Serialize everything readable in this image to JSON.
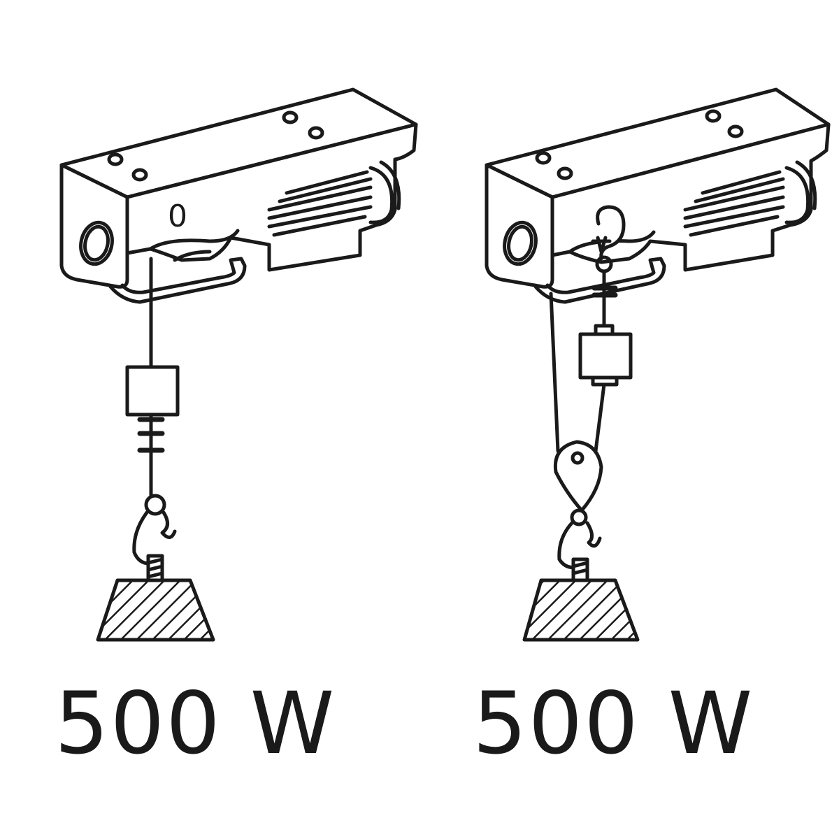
{
  "panels": [
    {
      "id": "single-line",
      "caption": "500 W",
      "body_mark": "0"
    },
    {
      "id": "double-line",
      "caption": "500 W"
    }
  ],
  "colors": {
    "stroke": "#1a1a1a",
    "background": "#ffffff"
  }
}
